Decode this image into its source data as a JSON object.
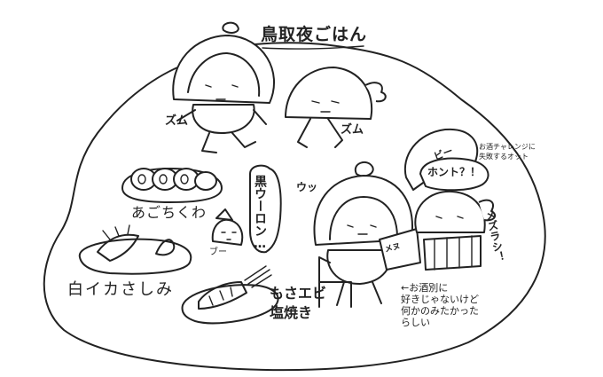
{
  "title": "鳥取夜ごはん",
  "sfx": {
    "zumu_left": "ズム",
    "zumu_right": "ズム",
    "utsu": "ウッ",
    "buu": "ブー",
    "bi": "ビー",
    "mezurashi": "メズラシ！"
  },
  "dishes": {
    "ago_chikuwa": "あごちくわ",
    "ika_sashimi": "白イカさしみ",
    "ebi": "もさエビ\n塩焼き"
  },
  "speech": {
    "kuro_oolong": "黒ウーロン…",
    "honto": "ホント？！"
  },
  "notes": {
    "top_right": "お酒チャレンジに\n失敗するオット",
    "menu_card": "メヌ",
    "caption": "←お酒別に\n好きじゃないけど\n何かのみたかった\nらしい"
  },
  "colors": {
    "ink": "#222222",
    "paper": "#ffffff"
  },
  "icons": [
    "round-character-with-bun",
    "round-character",
    "bird-character",
    "fish-character",
    "chikuwa-plate",
    "squid-sashimi-plate",
    "grilled-shrimp-plate"
  ]
}
